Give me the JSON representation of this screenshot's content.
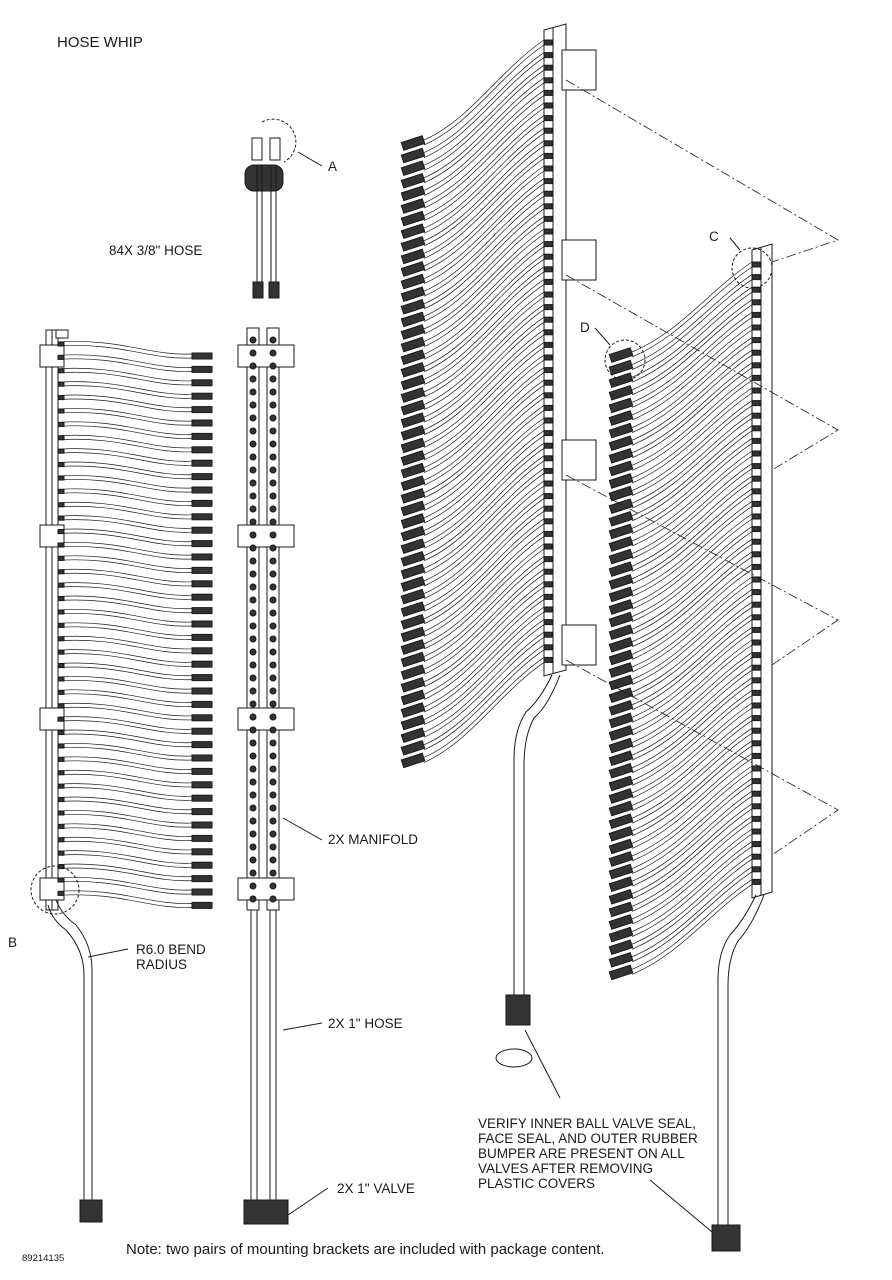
{
  "title": "HOSE WHIP",
  "part_number": "89214135",
  "note": "Note: two pairs of mounting brackets are included with package content.",
  "callouts": {
    "A": "A",
    "B": "B",
    "C": "C",
    "D": "D",
    "hose_small": "84X 3/8\" HOSE",
    "bend_1": "R6.0 BEND",
    "bend_2": "RADIUS",
    "manifold": "2X MANIFOLD",
    "hose_large": "2X 1\" HOSE",
    "valve": "2X 1\" VALVE",
    "verify": [
      "VERIFY INNER BALL VALVE SEAL,",
      "FACE SEAL, AND OUTER RUBBER",
      "BUMPER ARE PRESENT ON ALL",
      "VALVES AFTER REMOVING",
      "PLASTIC COVERS"
    ]
  },
  "colors": {
    "line": "#1a1a1a",
    "fitting": "#2a2a2a",
    "background": "#ffffff"
  }
}
